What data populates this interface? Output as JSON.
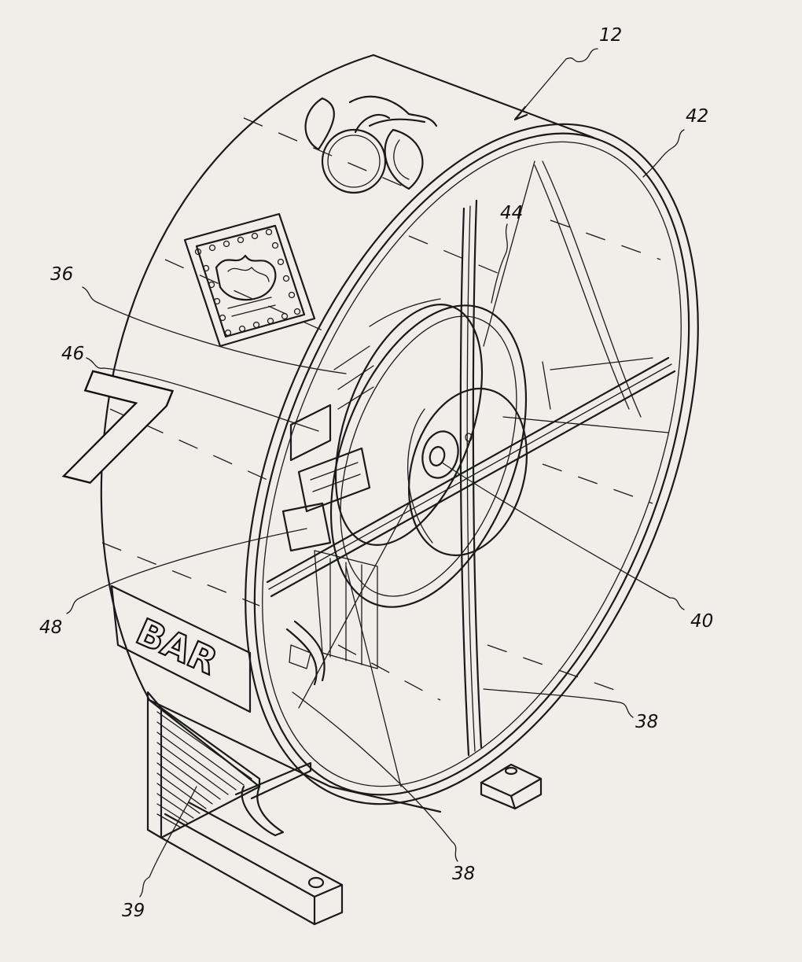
{
  "figure": {
    "reel_symbols": {
      "seven": "7",
      "bar": "BAR"
    },
    "reference_numerals": [
      {
        "id": "ref-12",
        "text": "12"
      },
      {
        "id": "ref-42",
        "text": "42"
      },
      {
        "id": "ref-44",
        "text": "44"
      },
      {
        "id": "ref-36",
        "text": "36"
      },
      {
        "id": "ref-46",
        "text": "46"
      },
      {
        "id": "ref-48",
        "text": "48"
      },
      {
        "id": "ref-40",
        "text": "40"
      },
      {
        "id": "ref-38a",
        "text": "38"
      },
      {
        "id": "ref-38b",
        "text": "38"
      },
      {
        "id": "ref-39",
        "text": "39"
      }
    ],
    "colors": {
      "background": "#efeee9",
      "ink": "#1a1a1a"
    }
  }
}
